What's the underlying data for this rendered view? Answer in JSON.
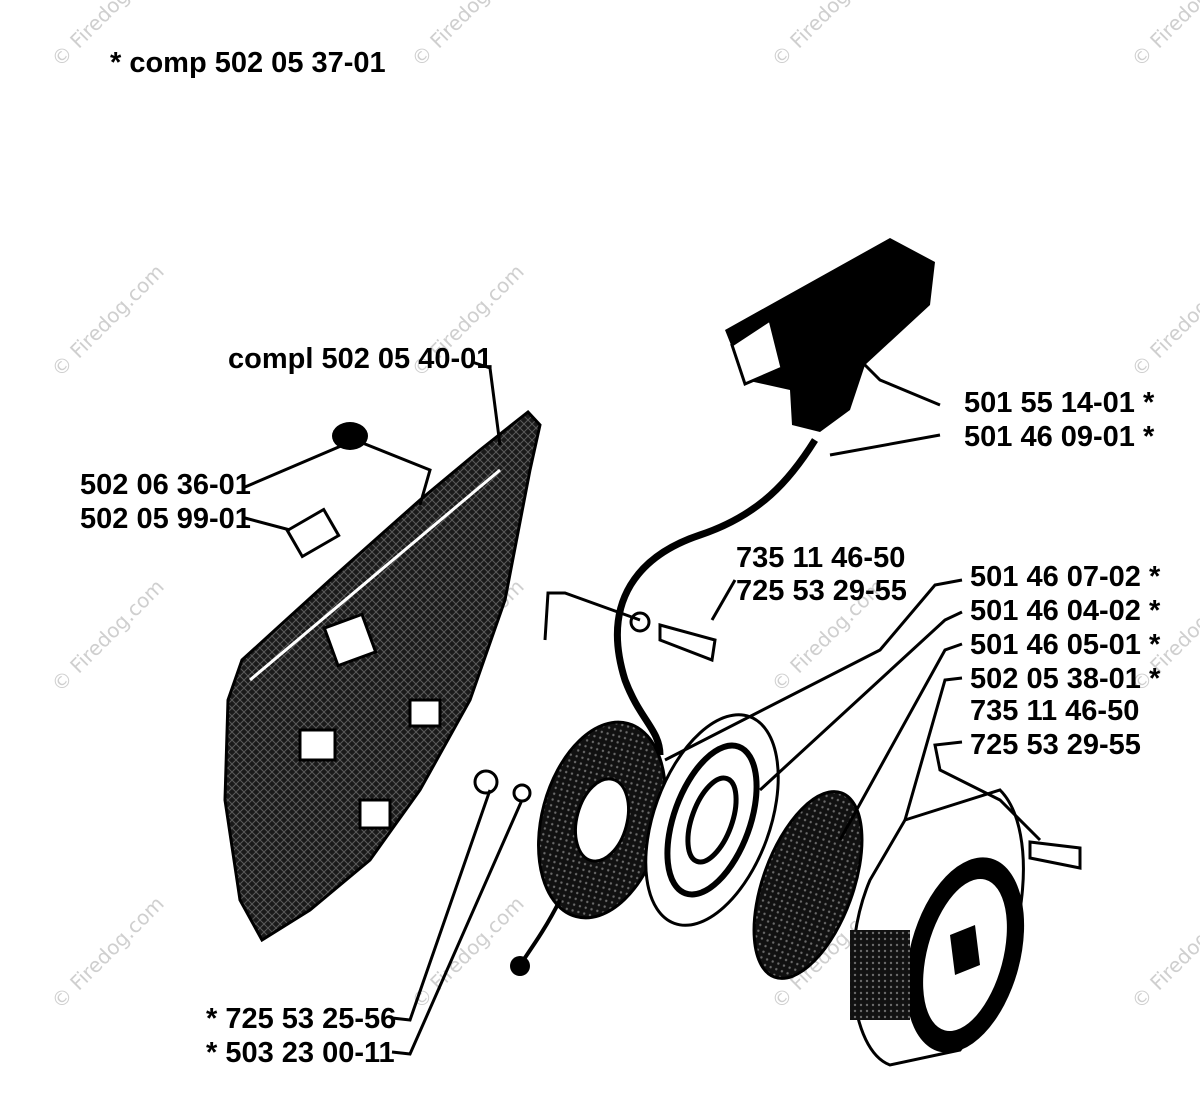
{
  "header": {
    "note": "*  comp 502 05 37-01"
  },
  "watermark": {
    "text": "© Firedog.com"
  },
  "parts": {
    "housing_complete": "compl 502 05 40-01",
    "housing_left_top": "502 06 36-01",
    "housing_left_bottom": "502 05 99-01",
    "handle": "501 55 14-01  *",
    "cord": "501 46 09-01  *",
    "screw_mid_a": "735 11 46-50",
    "screw_mid_b": "725 53 29-55",
    "pulley": "501 46 07-02  *",
    "spring_cover": "501 46 04-02  *",
    "spring": "501 46 05-01  *",
    "starter_cover": "502 05 38-01  *",
    "screw_right_a": "735 11 46-50",
    "screw_right_b": "725 53 29-55",
    "washer_bottom": "*  725 53 25-56",
    "screw_bottom": "*  503 23 00-11"
  }
}
